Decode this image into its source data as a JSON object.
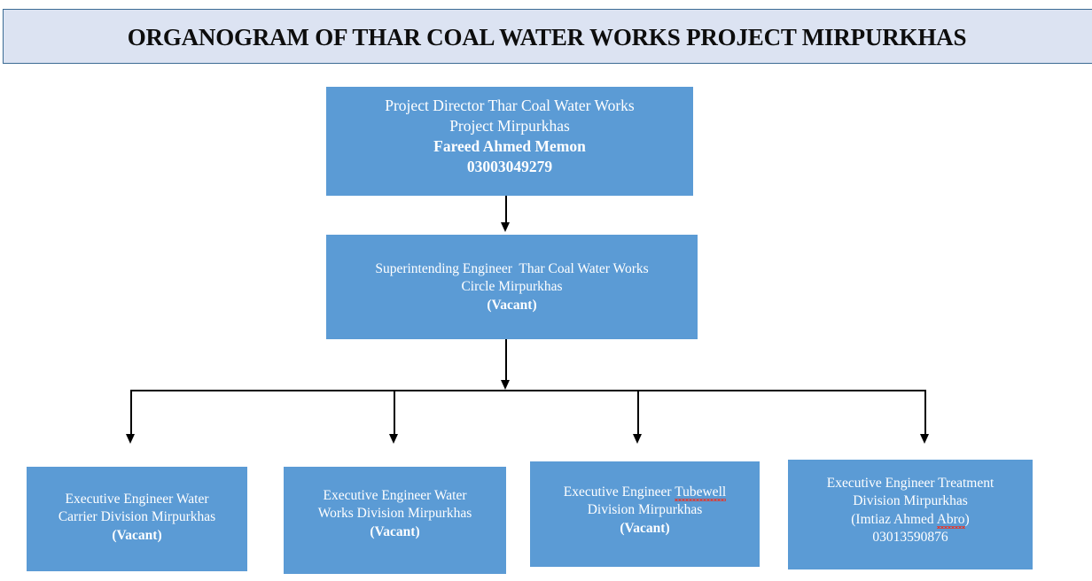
{
  "header": {
    "title": "ORGANOGRAM OF THAR COAL WATER WORKS PROJECT MIRPURKHAS",
    "banner_fill": "#dce3f2",
    "banner_border": "#3c6b94",
    "title_color": "#0d0d0d"
  },
  "theme": {
    "node_fill": "#5b9bd5",
    "node_text": "#ffffff",
    "connector_color": "#000000",
    "spellcheck_underline": "#e03a2f",
    "page_background": "#ffffff"
  },
  "chart_data": {
    "type": "diagram",
    "subtype": "organogram",
    "title": "ORGANOGRAM OF THAR COAL WATER WORKS PROJECT MIRPURKHAS",
    "orientation": "top-down",
    "levels": 3,
    "nodes": [
      {
        "id": "director",
        "level": 1,
        "lines": [
          {
            "text": "Project Director Thar Coal Water Works",
            "bold": false
          },
          {
            "text": "Project Mirpurkhas",
            "bold": false
          },
          {
            "text": "Fareed Ahmed Memon",
            "bold": true
          },
          {
            "text": "03003049279",
            "bold": true
          }
        ]
      },
      {
        "id": "superintending-engineer",
        "level": 2,
        "lines": [
          {
            "text": "Superintending Engineer  Thar Coal Water Works",
            "bold": false
          },
          {
            "text": "Circle Mirpurkhas",
            "bold": false
          },
          {
            "text": "(Vacant)",
            "bold": true
          }
        ]
      },
      {
        "id": "ee-water-carrier",
        "level": 3,
        "lines": [
          {
            "text": "Executive Engineer Water",
            "bold": false
          },
          {
            "text": "Carrier Division Mirpurkhas",
            "bold": false
          },
          {
            "text": "(Vacant)",
            "bold": true
          }
        ]
      },
      {
        "id": "ee-water-works",
        "level": 3,
        "lines": [
          {
            "text": "Executive Engineer Water",
            "bold": false
          },
          {
            "text": "Works Division Mirpurkhas",
            "bold": false
          },
          {
            "text": "(Vacant)",
            "bold": true
          }
        ]
      },
      {
        "id": "ee-tubewell",
        "level": 3,
        "lines": [
          {
            "text": "Executive Engineer ",
            "bold": false
          },
          {
            "text": "Tubewell",
            "bold": false,
            "misspelled": true
          },
          {
            "text": "Division Mirpurkhas",
            "bold": false
          },
          {
            "text": "(Vacant)",
            "bold": true
          }
        ]
      },
      {
        "id": "ee-treatment",
        "level": 3,
        "lines": [
          {
            "text": "Executive Engineer Treatment",
            "bold": false
          },
          {
            "text": "Division Mirpurkhas",
            "bold": false
          },
          {
            "text": "(Imtiaz Ahmed ",
            "bold": false
          },
          {
            "text": "Abro",
            "bold": false,
            "misspelled": true
          },
          {
            "text": ")",
            "bold": false
          },
          {
            "text": "03013590876",
            "bold": false
          }
        ]
      }
    ],
    "edges": [
      {
        "from": "director",
        "to": "superintending-engineer",
        "style": "arrow"
      },
      {
        "from": "superintending-engineer",
        "to": "ee-water-carrier",
        "style": "arrow"
      },
      {
        "from": "superintending-engineer",
        "to": "ee-water-works",
        "style": "arrow"
      },
      {
        "from": "superintending-engineer",
        "to": "ee-tubewell",
        "style": "arrow"
      },
      {
        "from": "superintending-engineer",
        "to": "ee-treatment",
        "style": "arrow"
      }
    ]
  },
  "nodes": {
    "director": {
      "line1": "Project Director Thar Coal Water Works",
      "line2": "Project Mirpurkhas",
      "line3": "Fareed Ahmed Memon",
      "line4": "03003049279"
    },
    "superintending_engineer": {
      "line1": "Superintending Engineer  Thar Coal Water Works",
      "line2": "Circle Mirpurkhas",
      "line3": "(Vacant)"
    },
    "ee_water_carrier": {
      "line1": "Executive Engineer Water",
      "line2": "Carrier Division Mirpurkhas",
      "line3": "(Vacant)"
    },
    "ee_water_works": {
      "line1": "Executive Engineer Water",
      "line2": "Works Division Mirpurkhas",
      "line3": "(Vacant)"
    },
    "ee_tubewell": {
      "line1a": "Executive Engineer ",
      "line1b": "Tubewell",
      "line2": "Division Mirpurkhas",
      "line3": "(Vacant)"
    },
    "ee_treatment": {
      "line1": "Executive Engineer Treatment",
      "line2": "Division Mirpurkhas",
      "line3a": "(Imtiaz Ahmed ",
      "line3b": "Abro",
      "line3c": ")",
      "line4": "03013590876"
    }
  }
}
